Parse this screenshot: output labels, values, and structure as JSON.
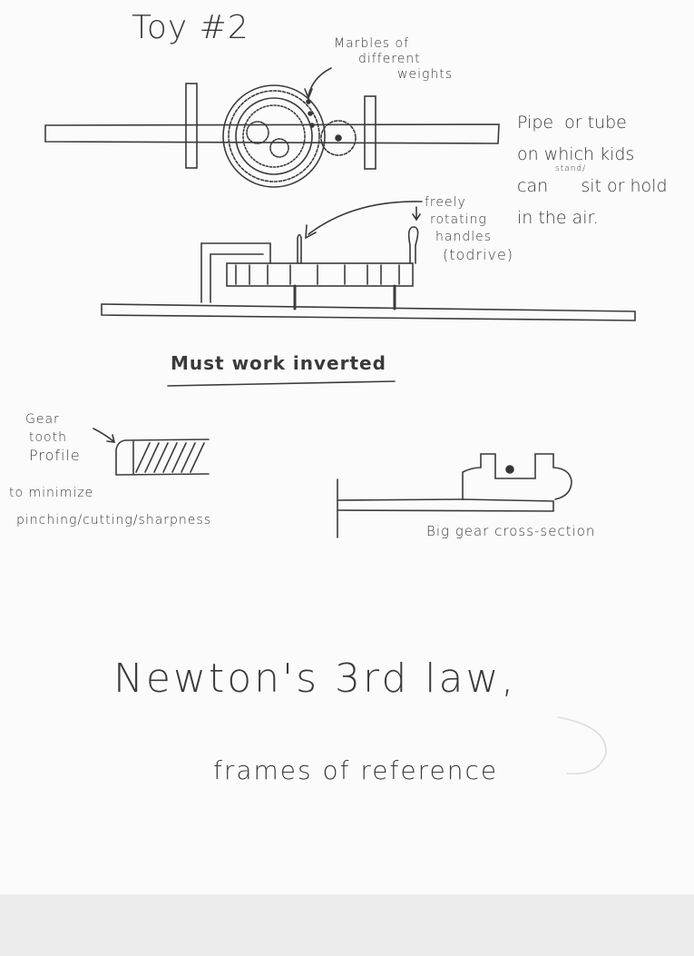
{
  "title": "Toy #2",
  "labels": {
    "marbles": [
      "Marbles of",
      "different",
      "weights"
    ],
    "pipe": [
      "Pipe  or tube",
      "on which kids",
      "can      sit or hold",
      "in the air."
    ],
    "stand": "stand/",
    "handles": [
      "freely",
      "rotating",
      "handles",
      "(todrive)"
    ],
    "must_work": "Must work inverted",
    "gear_tooth": [
      "Gear",
      "tooth",
      "Profile"
    ],
    "minimize": [
      "to minimize",
      "pinching/cutting/sharpness"
    ],
    "cross_section": "Big gear cross-section",
    "newton": "Newton's 3rd law,",
    "frames": "frames of reference"
  }
}
